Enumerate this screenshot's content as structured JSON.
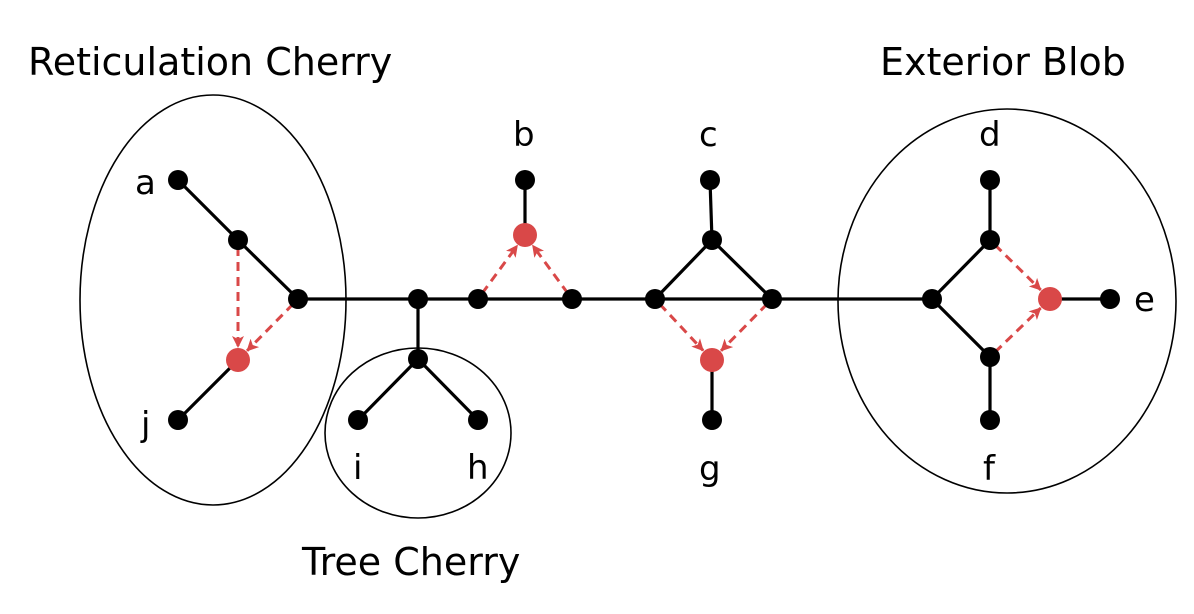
{
  "colors": {
    "tree_node": "#000000",
    "reticulation_node": "#d94848",
    "tree_edge": "#000000",
    "reticulation_edge": "#d94848"
  },
  "groups": [
    {
      "id": "reticulation-cherry",
      "title": "Reticulation Cherry"
    },
    {
      "id": "tree-cherry",
      "title": "Tree Cherry"
    },
    {
      "id": "exterior-blob",
      "title": "Exterior Blob"
    }
  ],
  "leaves": [
    {
      "id": "a",
      "label": "a"
    },
    {
      "id": "b",
      "label": "b"
    },
    {
      "id": "c",
      "label": "c"
    },
    {
      "id": "d",
      "label": "d"
    },
    {
      "id": "e",
      "label": "e"
    },
    {
      "id": "f",
      "label": "f"
    },
    {
      "id": "g",
      "label": "g"
    },
    {
      "id": "h",
      "label": "h"
    },
    {
      "id": "i",
      "label": "i"
    },
    {
      "id": "j",
      "label": "j"
    }
  ],
  "nodes": [
    {
      "id": "a",
      "kind": "tree"
    },
    {
      "id": "u1",
      "kind": "tree"
    },
    {
      "id": "u2",
      "kind": "tree"
    },
    {
      "id": "r1",
      "kind": "reticulation"
    },
    {
      "id": "j",
      "kind": "tree"
    },
    {
      "id": "v1",
      "kind": "tree"
    },
    {
      "id": "v2",
      "kind": "tree"
    },
    {
      "id": "i",
      "kind": "tree"
    },
    {
      "id": "h",
      "kind": "tree"
    },
    {
      "id": "w1",
      "kind": "tree"
    },
    {
      "id": "r2",
      "kind": "reticulation"
    },
    {
      "id": "w2",
      "kind": "tree"
    },
    {
      "id": "b",
      "kind": "tree"
    },
    {
      "id": "x1",
      "kind": "tree"
    },
    {
      "id": "x2",
      "kind": "tree"
    },
    {
      "id": "x3",
      "kind": "tree"
    },
    {
      "id": "r3",
      "kind": "reticulation"
    },
    {
      "id": "c",
      "kind": "tree"
    },
    {
      "id": "g",
      "kind": "tree"
    },
    {
      "id": "y1",
      "kind": "tree"
    },
    {
      "id": "y2",
      "kind": "tree"
    },
    {
      "id": "y3",
      "kind": "tree"
    },
    {
      "id": "r4",
      "kind": "reticulation"
    },
    {
      "id": "d",
      "kind": "tree"
    },
    {
      "id": "f",
      "kind": "tree"
    },
    {
      "id": "e",
      "kind": "tree"
    }
  ],
  "edges": [
    {
      "from": "a",
      "to": "u1",
      "kind": "tree"
    },
    {
      "from": "u1",
      "to": "u2",
      "kind": "tree"
    },
    {
      "from": "r1",
      "to": "j",
      "kind": "tree"
    },
    {
      "from": "u2",
      "to": "v1",
      "kind": "tree"
    },
    {
      "from": "v1",
      "to": "v2",
      "kind": "tree"
    },
    {
      "from": "v2",
      "to": "i",
      "kind": "tree"
    },
    {
      "from": "v2",
      "to": "h",
      "kind": "tree"
    },
    {
      "from": "v1",
      "to": "w1",
      "kind": "tree"
    },
    {
      "from": "w1",
      "to": "w2",
      "kind": "tree"
    },
    {
      "from": "r2",
      "to": "b",
      "kind": "tree"
    },
    {
      "from": "w2",
      "to": "x1",
      "kind": "tree"
    },
    {
      "from": "x1",
      "to": "x2",
      "kind": "tree"
    },
    {
      "from": "x1",
      "to": "x3",
      "kind": "tree"
    },
    {
      "from": "x2",
      "to": "x3",
      "kind": "tree"
    },
    {
      "from": "x2",
      "to": "c",
      "kind": "tree"
    },
    {
      "from": "r3",
      "to": "g",
      "kind": "tree"
    },
    {
      "from": "x3",
      "to": "y1",
      "kind": "tree"
    },
    {
      "from": "y1",
      "to": "y2",
      "kind": "tree"
    },
    {
      "from": "y1",
      "to": "y3",
      "kind": "tree"
    },
    {
      "from": "y2",
      "to": "d",
      "kind": "tree"
    },
    {
      "from": "y3",
      "to": "f",
      "kind": "tree"
    },
    {
      "from": "r4",
      "to": "e",
      "kind": "tree"
    },
    {
      "from": "u1",
      "to": "r1",
      "kind": "reticulation"
    },
    {
      "from": "u2",
      "to": "r1",
      "kind": "reticulation"
    },
    {
      "from": "w1",
      "to": "r2",
      "kind": "reticulation"
    },
    {
      "from": "w2",
      "to": "r2",
      "kind": "reticulation"
    },
    {
      "from": "x1",
      "to": "r3",
      "kind": "reticulation"
    },
    {
      "from": "x3",
      "to": "r3",
      "kind": "reticulation"
    },
    {
      "from": "y2",
      "to": "r4",
      "kind": "reticulation"
    },
    {
      "from": "y3",
      "to": "r4",
      "kind": "reticulation"
    }
  ]
}
